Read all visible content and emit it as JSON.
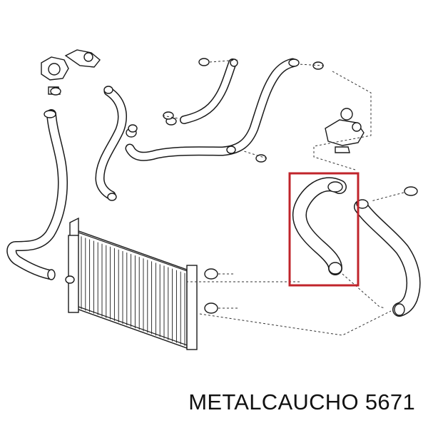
{
  "caption": {
    "brand": "METALCAUCHO",
    "part_number": "5671",
    "text": "METALCAUCHO 5671"
  },
  "highlight": {
    "color": "#c0242b"
  },
  "colors": {
    "line": "#1a1a1a",
    "background": "#ffffff"
  }
}
